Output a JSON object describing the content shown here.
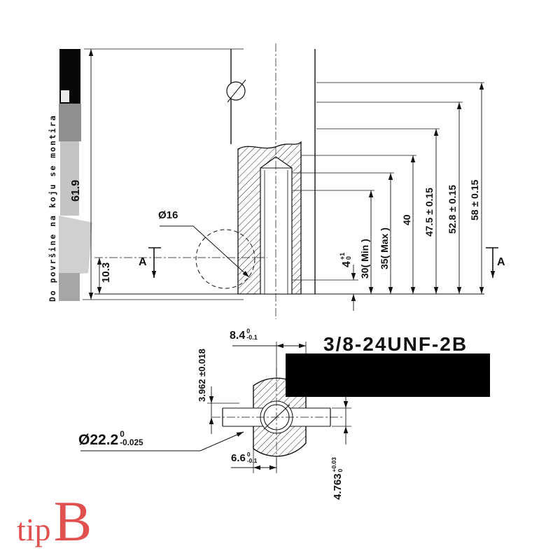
{
  "top_view": {
    "watermark_text": "Do površine na koju se montira",
    "dim_61_9": "61.9",
    "dim_10_3": "10.3",
    "dia_16": "Ø16",
    "dim_4": {
      "value": "4",
      "tol_up": "+1",
      "tol_dn": "0"
    },
    "dim_30": "30( Min )",
    "dim_35": "35( Max )",
    "dim_40": "40",
    "dim_47_5": "47.5 ± 0.15",
    "dim_52_8": "52.8 ± 0.15",
    "dim_58": "58 ± 0.15",
    "section_label_left": "A",
    "section_label_right": "A"
  },
  "bottom_view": {
    "dim_3_962": "3.962 ±0.018",
    "dim_8_4": {
      "value": "8.4",
      "tol_up": "0",
      "tol_dn": "-0.1"
    },
    "thread_spec": "3/8-24UNF-2B",
    "dia_22_2": {
      "value": "Ø22.2",
      "tol_up": "0",
      "tol_dn": "-0.025"
    },
    "dim_6_6": {
      "value": "6.6",
      "tol_up": "0",
      "tol_dn": "-0.1"
    },
    "dim_4_763": {
      "value": "4.763",
      "tol_up": "+0.03",
      "tol_dn": "0"
    }
  },
  "footer": {
    "type_label_prefix": "tip",
    "type_label_letter": "B"
  },
  "colors": {
    "accent_red": "#e0504f",
    "line": "#111111"
  }
}
